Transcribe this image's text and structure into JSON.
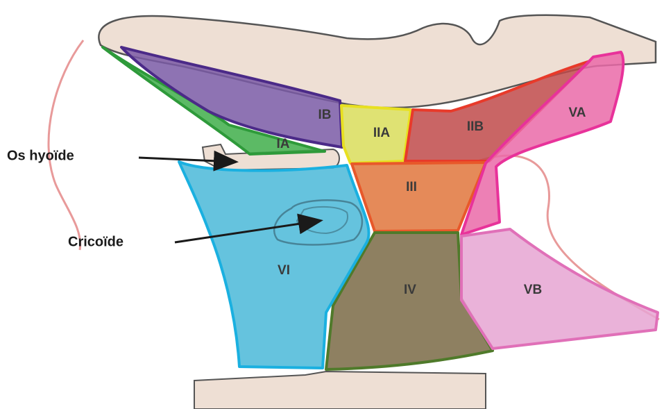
{
  "zones": [
    {
      "key": "IA",
      "label": "IA",
      "fill": "#3fae4a",
      "stroke": "#2e9a3a"
    },
    {
      "key": "IB",
      "label": "IB",
      "fill": "#7a5aa6",
      "stroke": "#4b2a88"
    },
    {
      "key": "IIA",
      "label": "IIA",
      "fill": "#d9dd5a",
      "stroke": "#e8e020"
    },
    {
      "key": "IIB",
      "label": "IIB",
      "fill": "#c04a4a",
      "stroke": "#e83a2a"
    },
    {
      "key": "III",
      "label": "III",
      "fill": "#e0763c",
      "stroke": "#e8582a"
    },
    {
      "key": "IV",
      "label": "IV",
      "fill": "#7a6a45",
      "stroke": "#4f7a2a"
    },
    {
      "key": "VA",
      "label": "VA",
      "fill": "#ea6aa8",
      "stroke": "#e8329a"
    },
    {
      "key": "VB",
      "label": "VB",
      "fill": "#e6a4d2",
      "stroke": "#e070b8"
    },
    {
      "key": "VI",
      "label": "VI",
      "fill": "#4ab8d8",
      "stroke": "#1ab0e0"
    }
  ],
  "callouts": {
    "hyoid": "Os hyoïde",
    "cricoid": "Cricoïde"
  },
  "colors": {
    "bone": "#eedfd4",
    "bone_outline": "#555555",
    "skin_line": "#e89a9a",
    "arrow": "#1a1a1a"
  }
}
